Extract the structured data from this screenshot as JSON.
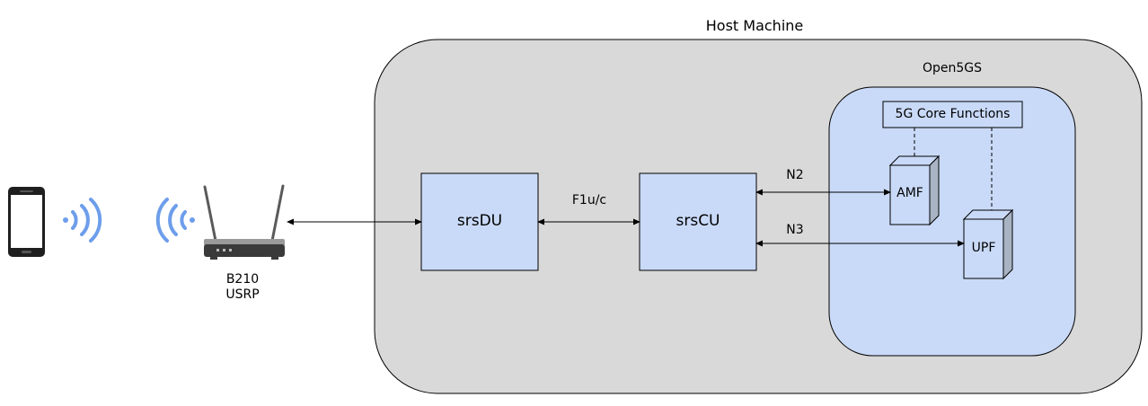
{
  "host": {
    "title": "Host Machine"
  },
  "open5gs": {
    "title": "Open5GS"
  },
  "core": {
    "label": "5G Core Functions"
  },
  "nodes": {
    "du": "srsDU",
    "cu": "srsCU",
    "amf": "AMF",
    "upf": "UPF"
  },
  "radio": {
    "line1": "B210",
    "line2": "USRP"
  },
  "links": {
    "f1": "F1u/c",
    "n2": "N2",
    "n3": "N3"
  },
  "colors": {
    "host_fill": "#d9d9d9",
    "blue_fill": "#c9daf8",
    "wave": "#6d9eeb",
    "stroke": "#000000",
    "phone": "#1f1f1f"
  },
  "icons": {
    "phone": "smartphone-icon",
    "phone_wave": "wifi-waves-icon",
    "router_wave": "wifi-waves-icon",
    "router": "wireless-router-icon"
  }
}
